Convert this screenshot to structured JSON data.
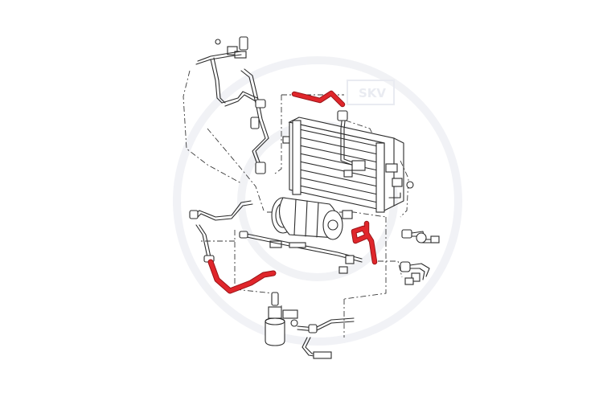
{
  "watermark": {
    "brand_text": "SKV",
    "color": "#d8dce6"
  },
  "colors": {
    "line": "#2b2b2b",
    "highlight": "#e0262b",
    "highlight_edge": "#9a1418",
    "background": "#ffffff"
  },
  "parts": [
    "condenser",
    "ac-compressor",
    "receiver-drier",
    "suction-hose",
    "pressure-hose",
    "condenser-feed-pipe"
  ]
}
